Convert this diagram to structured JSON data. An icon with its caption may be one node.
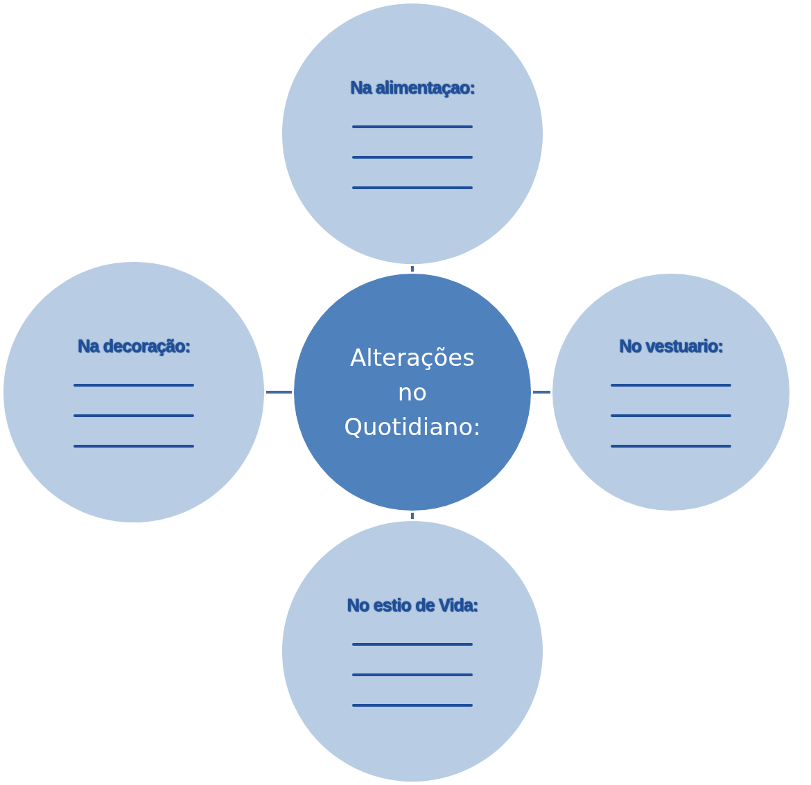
{
  "diagram": {
    "nodes": [
      {
        "text": [
          "Na alimentaçao:"
        ]
      },
      {
        "text": [
          "Na decoração:"
        ]
      },
      {
        "text": [
          "Alterações no Quotidiano:"
        ]
      },
      {
        "text": [
          "No vestuario:"
        ]
      },
      {
        "text": [
          "No estio de Vida:"
        ]
      }
    ],
    "edges": [
      {
        "from": 2,
        "to": 0,
        "arrow": "none"
      },
      {
        "from": 2,
        "to": 1,
        "arrow": "none"
      },
      {
        "from": 2,
        "to": 3,
        "arrow": "none"
      },
      {
        "from": 2,
        "to": 4,
        "arrow": "none"
      }
    ]
  }
}
